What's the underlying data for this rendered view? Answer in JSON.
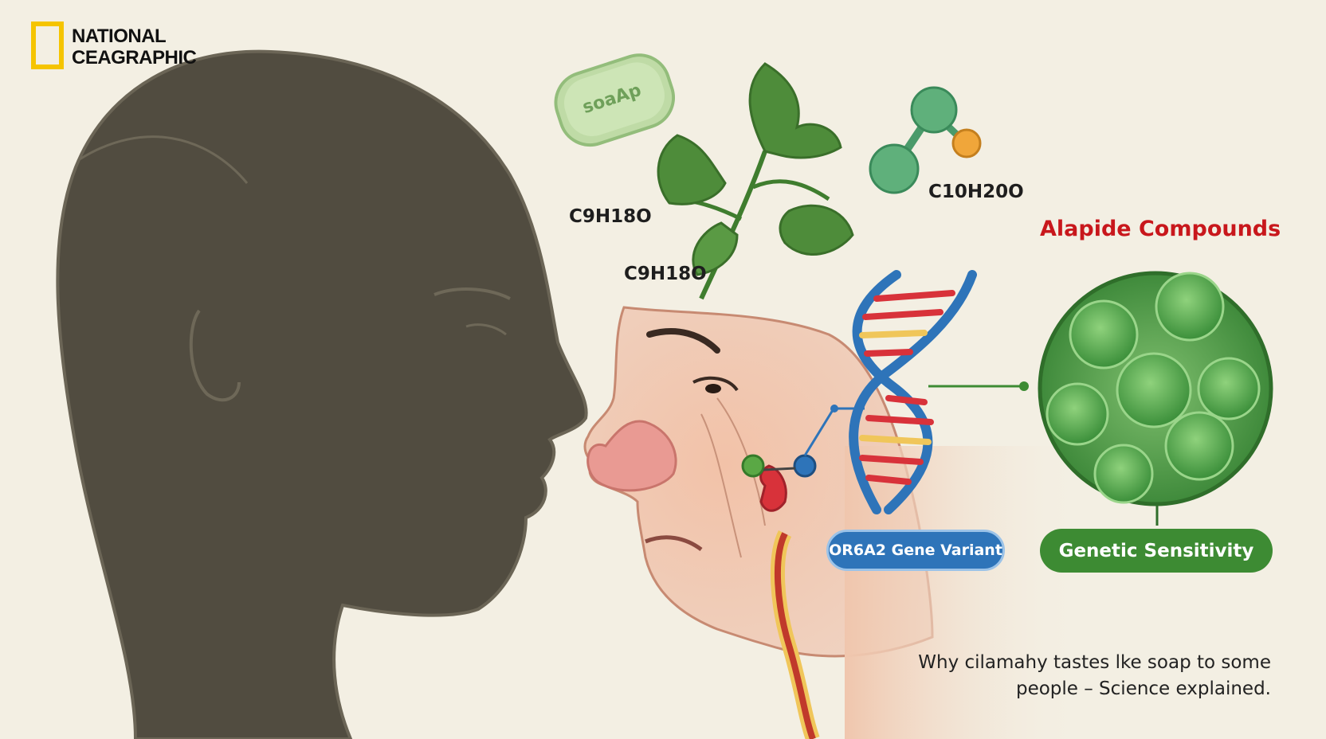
{
  "logo": {
    "line1": "NATIONAL",
    "line2": "CEAGRAPHIC",
    "frame_color": "#f5c400"
  },
  "soap_bar": {
    "label": "soaAp"
  },
  "formulas": {
    "f1": "C9H18O",
    "f2": "C9H18O",
    "f3": "C10H20O"
  },
  "compounds_heading": "Alapide Compounds",
  "gene_variant_label": "OR6A2 Gene Variant",
  "genetic_sensitivity_label": "Genetic Sensitivity",
  "caption": {
    "line1": "Why cilamahy tastes lke soap to some",
    "line2": "people – Science explained."
  },
  "colors": {
    "background": "#f3efe3",
    "silhouette": "#514c40",
    "heading_red": "#c8171c",
    "gene_blue": "#2e74b9",
    "sensitivity_green": "#3d8b33",
    "leaf_green": "#4e8c3a"
  },
  "icons": [
    "person-silhouette",
    "soap-bar-icon",
    "cilantro-leaf-icon",
    "molecule-icon",
    "face-illustration",
    "dna-helix-icon",
    "cell-cluster-icon"
  ]
}
